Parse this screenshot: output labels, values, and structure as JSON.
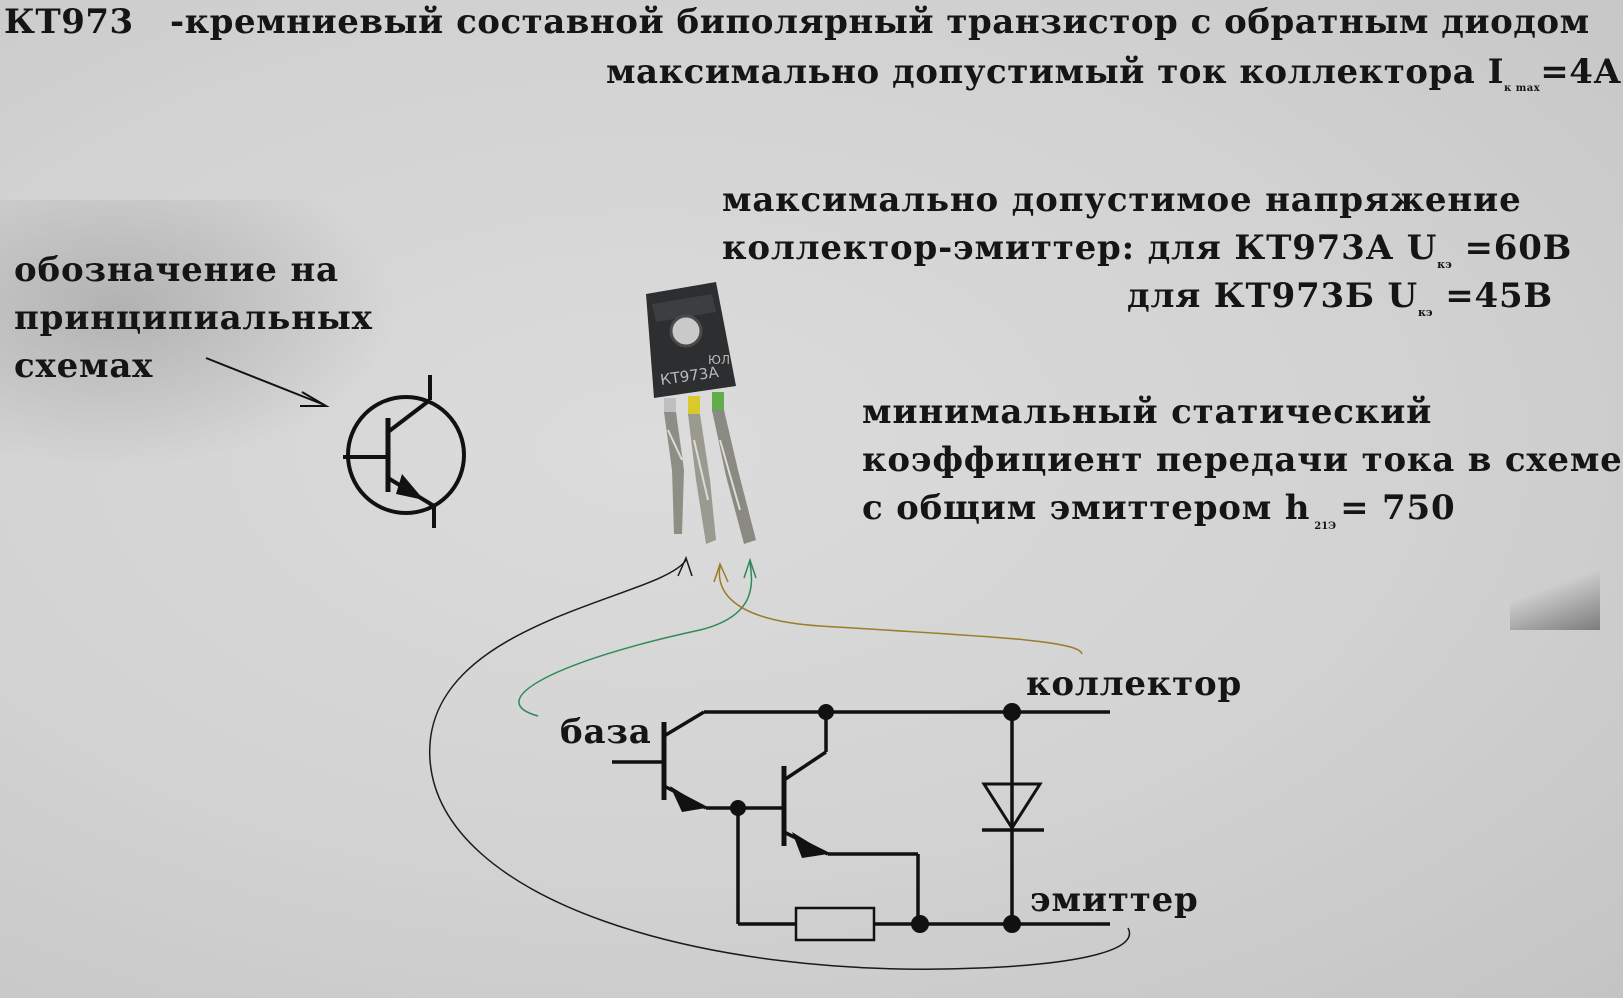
{
  "header": {
    "part": "КТ973",
    "description": "-кремниевый составной биполярный транзистор с обратным диодом",
    "current_prefix": "максимально допустимый ток коллектора I",
    "current_sub": "к max",
    "current_value": "=4А"
  },
  "voltage": {
    "line1": "максимально допустимое напряжение",
    "line2_prefix": "коллектор-эмиттер:  для КТ973А U",
    "line2_sub": "кэ",
    "line2_value": "  =60В",
    "line3_prefix": "для КТ973Б U",
    "line3_sub": "кэ",
    "line3_value": "  =45В"
  },
  "symbol_caption": {
    "line1": "обозначение на",
    "line2": "принципиальных",
    "line3": "схемах"
  },
  "gain": {
    "line1": "минимальный статический",
    "line2": "коэффициент передачи тока в схеме",
    "line3_prefix": "с общим эмиттером h",
    "line3_sub": "21Э",
    "line3_value": "= 750"
  },
  "photo": {
    "marking": "КТ973А",
    "code": "ЮЛ"
  },
  "pins": {
    "base": "база",
    "collector": "коллектор",
    "emitter": "эмиттер"
  },
  "colors": {
    "black_lead": "#1a1a1a",
    "green_lead": "#2e8b57",
    "olive_lead": "#9a7c2a"
  }
}
